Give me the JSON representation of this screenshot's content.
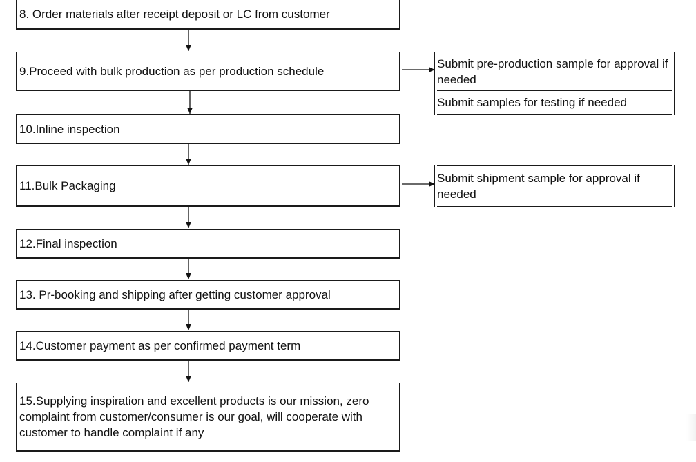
{
  "steps": [
    "8. Order materials after receipt deposit or LC from customer",
    "9.Proceed with bulk production as per production schedule",
    "10.Inline inspection",
    "11.Bulk Packaging",
    "12.Final inspection",
    "13. Pr-booking and shipping after getting customer approval",
    "14.Customer payment as per confirmed payment term",
    "15.Supplying inspiration and excellent products is our mission, zero complaint from customer/consumer is our goal, will cooperate with customer to handle complaint if any"
  ],
  "side_notes": {
    "step9": [
      "Submit pre-production sample for approval if needed",
      "Submit samples for testing if needed"
    ],
    "step11": [
      "Submit shipment sample for approval if needed"
    ]
  }
}
